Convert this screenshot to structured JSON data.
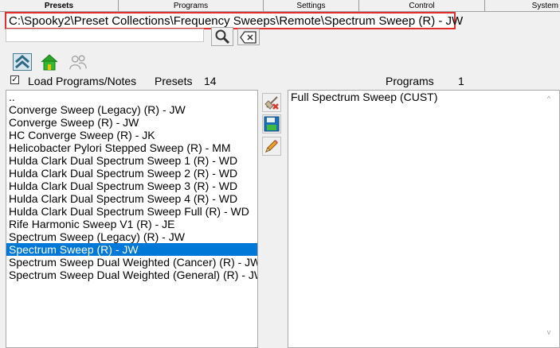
{
  "tabs": [
    "Presets",
    "Programs",
    "Settings",
    "Control",
    "System"
  ],
  "path": "C:\\Spooky2\\Preset Collections\\Frequency Sweeps\\Remote\\Spectrum Sweep (R) - JW",
  "search": {
    "value": ""
  },
  "load_checkbox": {
    "checked_mark": "✓",
    "label": "Load Programs/Notes"
  },
  "presets_header": {
    "label": "Presets",
    "count": "14"
  },
  "programs_header": {
    "label": "Programs",
    "count": "1"
  },
  "presets": [
    "..",
    "Converge Sweep (Legacy) (R) - JW",
    "Converge Sweep (R) - JW",
    "HC Converge Sweep (R) - JK",
    "Helicobacter Pylori Stepped Sweep (R) - MM",
    "Hulda Clark Dual Spectrum Sweep 1 (R) - WD",
    "Hulda Clark Dual Spectrum Sweep 2 (R) - WD",
    "Hulda Clark Dual Spectrum Sweep 3 (R) - WD",
    "Hulda Clark Dual Spectrum Sweep 4 (R) - WD",
    "Hulda Clark Dual Spectrum Sweep Full (R) - WD",
    "Rife Harmonic Sweep V1 (R) - JE",
    "Spectrum Sweep (Legacy) (R) - JW",
    "Spectrum Sweep (R) - JW",
    "Spectrum Sweep Dual Weighted (Cancer) (R) - JW",
    "Spectrum Sweep Dual Weighted (General) (R) - JW"
  ],
  "selected_preset_index": 12,
  "programs": [
    "Full Spectrum Sweep (CUST)"
  ],
  "colors": {
    "selection": "#0078d7",
    "highlight_border": "#e0302e"
  }
}
